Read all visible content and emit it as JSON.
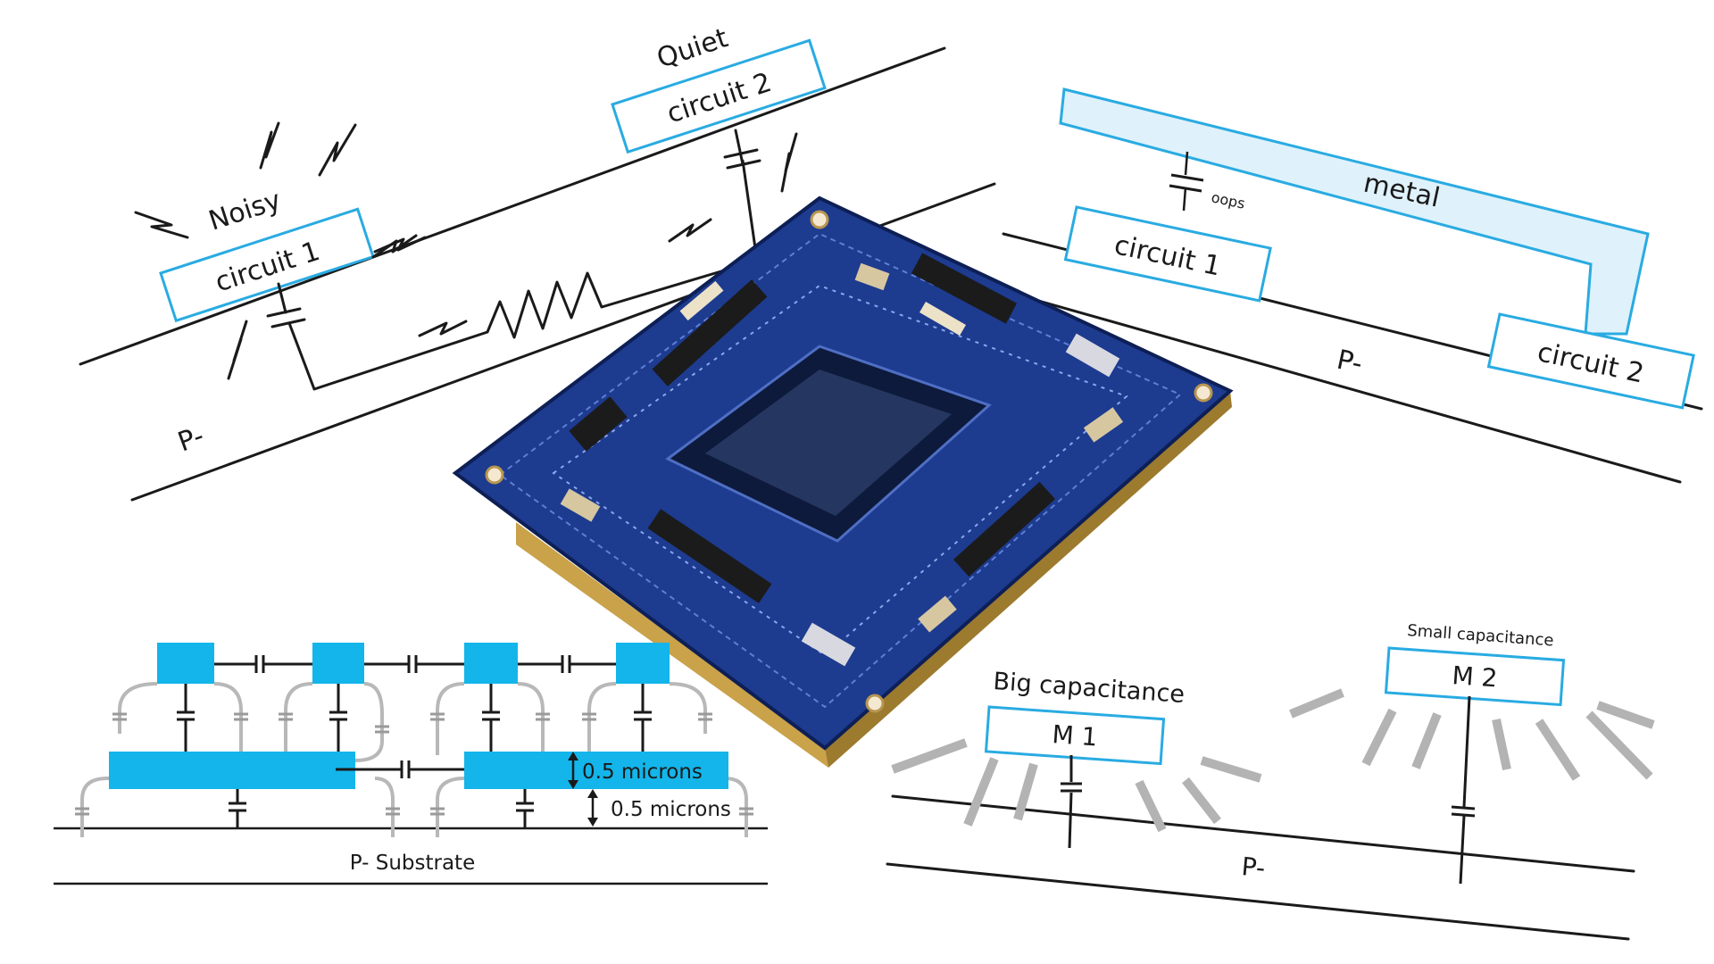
{
  "top_left": {
    "quiet_label": "Quiet",
    "circuit2_label": "circuit 2",
    "noisy_label": "Noisy",
    "circuit1_label": "circuit 1",
    "substrate_label": "P-"
  },
  "top_right": {
    "metal_label": "metal",
    "oops_label": "oops",
    "circuit1_label": "circuit 1",
    "circuit2_label": "circuit 2",
    "substrate_label": "P-"
  },
  "bottom_left": {
    "height1_label": "0.5 microns",
    "height2_label": "0.5 microns",
    "substrate_label": "P- Substrate"
  },
  "bottom_right": {
    "big_cap_label": "Big capacitance",
    "m1_label": "M 1",
    "small_cap_label": "Small capacitance",
    "m2_label": "M 2",
    "substrate_label": "P-"
  },
  "colors": {
    "accent_blue": "#29abe2",
    "metal_fill": "#dff1fa",
    "conductor_cyan": "#13b5ea",
    "pcb_blue": "#1d3b8f"
  }
}
